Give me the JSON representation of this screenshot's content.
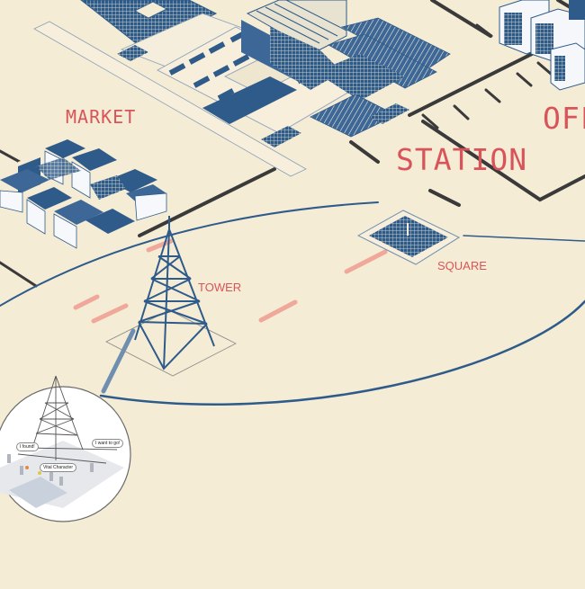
{
  "labels": {
    "market": "MARKET",
    "station": "STATION",
    "office": "OFF",
    "tower": "TOWER",
    "square": "SQUARE"
  },
  "inset": {
    "bubbles": [
      "I found!",
      "I want to go!",
      "Vital Character"
    ]
  },
  "colors": {
    "background": "#f5ecd6",
    "accent_red": "#d9545a",
    "building_blue": "#2e5b8a",
    "road_dark": "#3a3a3a",
    "path_pink": "#f0a89a"
  }
}
